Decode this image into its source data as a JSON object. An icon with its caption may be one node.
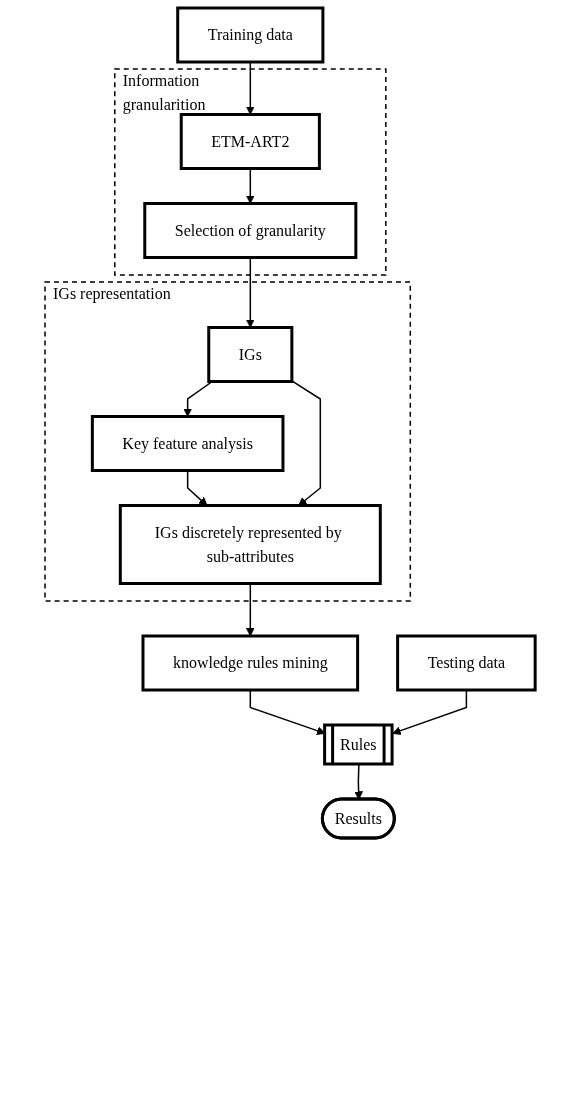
{
  "diagram": {
    "nodes": [
      {
        "text": [
          "Training data"
        ]
      },
      {
        "text": [
          "Information granularition"
        ]
      },
      {
        "text": [
          "ETM-ART2"
        ],
        "in": 1
      },
      {
        "text": [
          "Selection of granularity"
        ],
        "in": 1
      },
      {
        "text": [
          "IGs representation"
        ]
      },
      {
        "text": [
          "IGs"
        ],
        "in": 4
      },
      {
        "text": [
          "Key feature analysis"
        ],
        "in": 4
      },
      {
        "text": [
          "IGs discretely represented by sub-attributes"
        ],
        "in": 4
      },
      {
        "text": [
          "knowledge rules mining"
        ]
      },
      {
        "text": [
          "Rules"
        ]
      },
      {
        "text": [
          "Testing data"
        ]
      },
      {
        "text": [
          "Results"
        ]
      }
    ],
    "edges": [
      {
        "from": 0,
        "to": 2,
        "arrow": "to"
      },
      {
        "from": 2,
        "to": 3,
        "arrow": "to"
      },
      {
        "from": 3,
        "to": 5,
        "arrow": "to"
      },
      {
        "from": 5,
        "to": 6,
        "arrow": "to"
      },
      {
        "from": 6,
        "to": 7,
        "arrow": "to"
      },
      {
        "from": 5,
        "to": 7,
        "arrow": "to"
      },
      {
        "from": 7,
        "to": 8,
        "arrow": "to"
      },
      {
        "from": 8,
        "to": 9,
        "arrow": "to"
      },
      {
        "from": 10,
        "to": 9,
        "arrow": "to"
      },
      {
        "from": 9,
        "to": 11,
        "arrow": "to"
      }
    ]
  }
}
